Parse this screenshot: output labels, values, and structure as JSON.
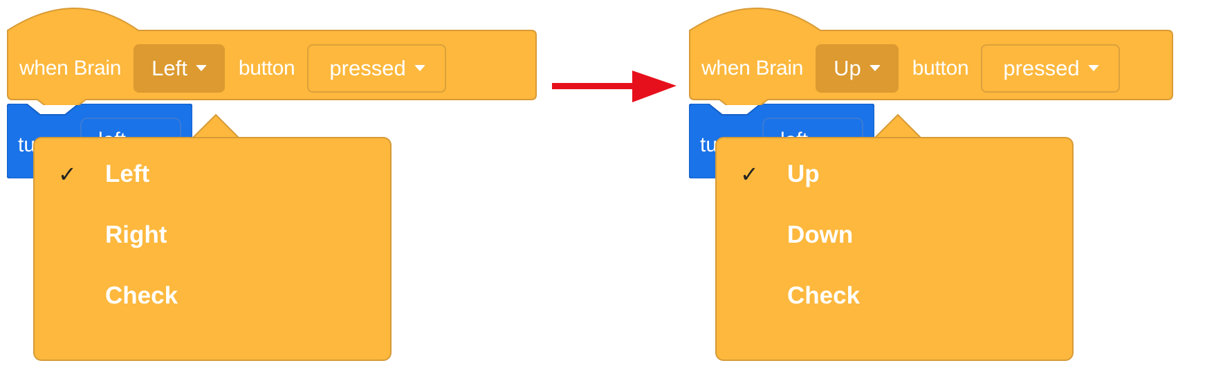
{
  "before": {
    "hat_block": {
      "when_text": "when Brain",
      "button_selected": "Left",
      "button_text": "button",
      "action_selected": "pressed"
    },
    "motion_block": {
      "label_visible": "tu",
      "slot_visible": "left"
    },
    "menu": {
      "checkmark": "✓",
      "items": [
        "Left",
        "Right",
        "Check"
      ],
      "selected_index": 0
    }
  },
  "after": {
    "hat_block": {
      "when_text": "when Brain",
      "button_selected": "Up",
      "button_text": "button",
      "action_selected": "pressed"
    },
    "motion_block": {
      "label_visible": "tu",
      "slot_visible": "left"
    },
    "menu": {
      "checkmark": "✓",
      "items": [
        "Up",
        "Down",
        "Check"
      ],
      "selected_index": 0
    }
  },
  "colors": {
    "events_block": "#fdb83d",
    "events_border": "#d89a36",
    "dropdown_active": "#dc9a30",
    "motion_block": "#1a73e8",
    "arrow": "#e6101c",
    "menu_text": "#ffffff"
  }
}
